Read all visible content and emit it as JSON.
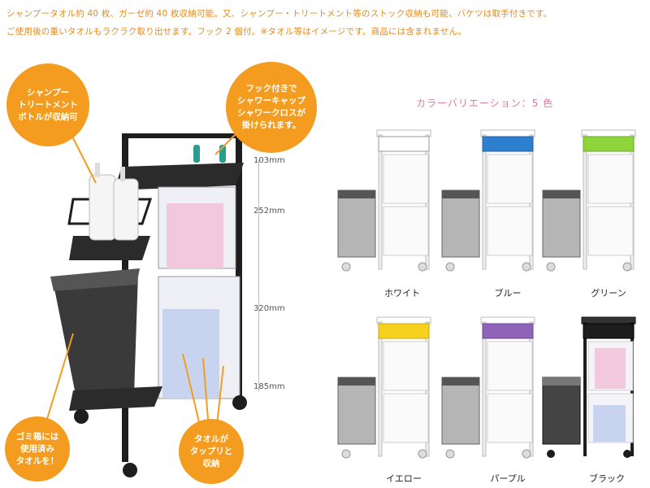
{
  "intro": {
    "line1": "シャンプータオル約 40 枚、ガーゼ約 40 枚収納可能。又、シャンプー・トリートメント等のストック収納も可能、バケツは取手付きです。",
    "line2": "ご使用後の重いタオルもラクラク取り出せます。フック 2 個付。※タオル等はイメージです。商品には含まれません。"
  },
  "callouts": {
    "bottle": [
      "シャンプー",
      "トリートメント",
      "ボトルが収納可"
    ],
    "hook": [
      "フック付きで",
      "シャワーキャップ",
      "シャワークロスが",
      "掛けられます。"
    ],
    "trash": [
      "ゴミ箱には",
      "使用済み",
      "タオルを！"
    ],
    "towel": [
      "タオルが",
      "タップリと",
      "収納"
    ]
  },
  "dimensions": [
    "103mm",
    "252mm",
    "320mm",
    "185mm"
  ],
  "variations_title": "カラーバリエーション：5 色",
  "variants": [
    {
      "label": "ホワイト",
      "top_color": "#ffffff"
    },
    {
      "label": "ブルー",
      "top_color": "#2f7fd1"
    },
    {
      "label": "グリーン",
      "top_color": "#8fd43a"
    },
    {
      "label": "イエロー",
      "top_color": "#f7d11e"
    },
    {
      "label": "パープル",
      "top_color": "#8f63b8"
    },
    {
      "label": "ブラック",
      "top_color": "#1d1d1d"
    }
  ],
  "colors": {
    "accent_orange": "#f39c1f",
    "intro_text": "#e58a1f",
    "title_pink": "#e07aa0"
  }
}
